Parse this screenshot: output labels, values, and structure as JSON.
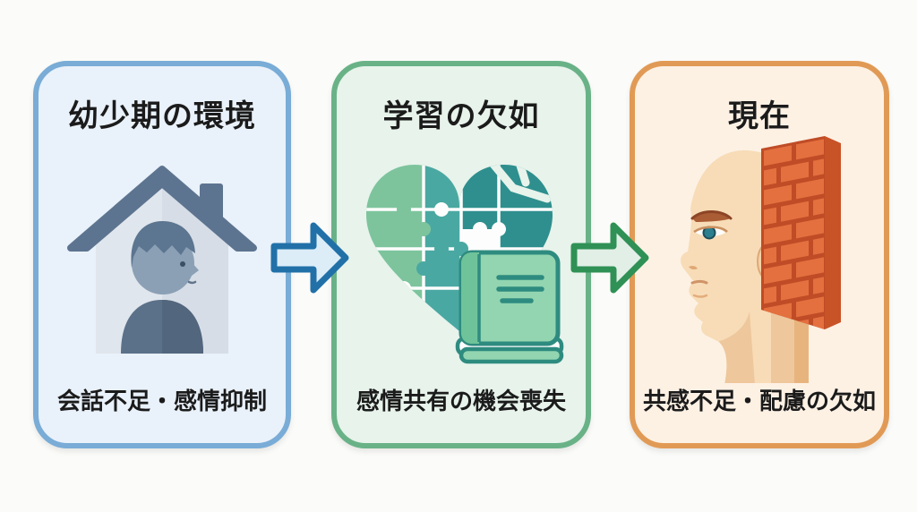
{
  "background_color": "#fbfbf9",
  "panels": [
    {
      "id": "childhood",
      "title": "幼少期の環境",
      "caption": "会話不足・感情抑制",
      "border_color": "#79acd6",
      "bg_color": "#e9f1fa",
      "icon": "house-with-child-icon"
    },
    {
      "id": "learning",
      "title": "学習の欠如",
      "caption": "感情共有の機会喪失",
      "border_color": "#69b287",
      "bg_color": "#e7f3eb",
      "icon": "puzzle-heart-and-book-icon"
    },
    {
      "id": "present",
      "title": "現在",
      "caption": "共感不足・配慮の欠如",
      "border_color": "#e19a55",
      "bg_color": "#fdf1e4",
      "icon": "face-and-brick-wall-icon"
    }
  ],
  "arrows": [
    {
      "from": "childhood",
      "to": "learning",
      "outline_color": "#2171a8",
      "fill_color": "#dcedf8"
    },
    {
      "from": "learning",
      "to": "present",
      "outline_color": "#2f9155",
      "fill_color": "#e2efe7"
    }
  ],
  "icon_colors": {
    "house_roof": "#5d7490",
    "house_body": "#e0e6ed",
    "boy_hair": "#5c7590",
    "boy_face": "#8ba0b5",
    "boy_shirt": "#5b7189",
    "heart_light_green": "#7dc49d",
    "heart_mid_teal": "#4aa8a2",
    "heart_dark_teal": "#2e8f8e",
    "book_cover": "#92d5b0",
    "book_outline": "#2e8b7f",
    "skin": "#f7dcb7",
    "skin_shadow": "#eec79c",
    "eye_iris": "#2b7f8e",
    "eyebrow": "#aa5c34",
    "brick": "#e4703f",
    "mortar": "#bf4c26",
    "wall_side": "#c85327"
  }
}
